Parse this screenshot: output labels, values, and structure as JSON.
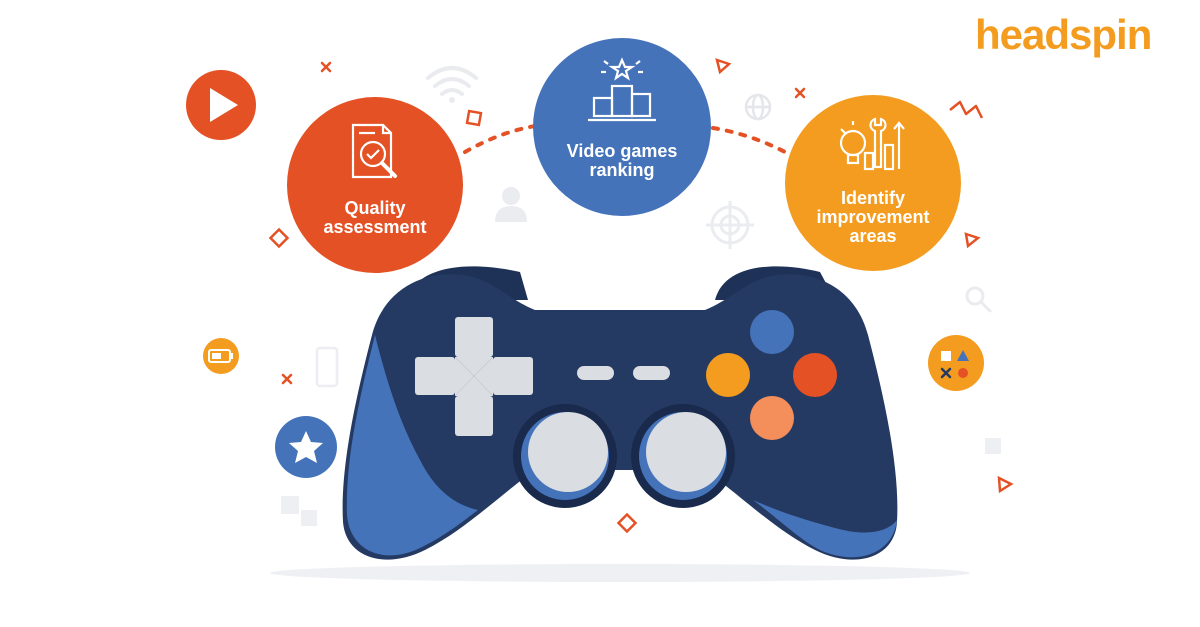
{
  "brand": {
    "name": "headspin",
    "color": "#F39C1F"
  },
  "features": [
    {
      "label_line1": "Quality",
      "label_line2": "assessment",
      "color": "#E45125",
      "icon": "magnifier-document-icon"
    },
    {
      "label_line1": "Video games",
      "label_line2": "ranking",
      "color": "#4573BA",
      "icon": "podium-star-icon"
    },
    {
      "label_line1": "Identify",
      "label_line2": "improvement",
      "label_line3": "areas",
      "color": "#F39C1F",
      "icon": "lightbulb-wrench-chart-icon"
    }
  ],
  "colors": {
    "controller_body": "#243A63",
    "controller_accent": "#4573BA",
    "button_light": "#DADDE2",
    "red": "#E45125",
    "orange": "#F39C1F",
    "peach": "#F48E5B",
    "blue": "#4573BA",
    "faint_icon": "#E9EBEE"
  },
  "decor_icons": [
    "play-icon",
    "star-icon",
    "battery-icon",
    "shapes-icon",
    "wifi-icon",
    "globe-icon",
    "target-icon",
    "user-icon",
    "search-icon",
    "phone-icon",
    "puzzle-icon"
  ]
}
